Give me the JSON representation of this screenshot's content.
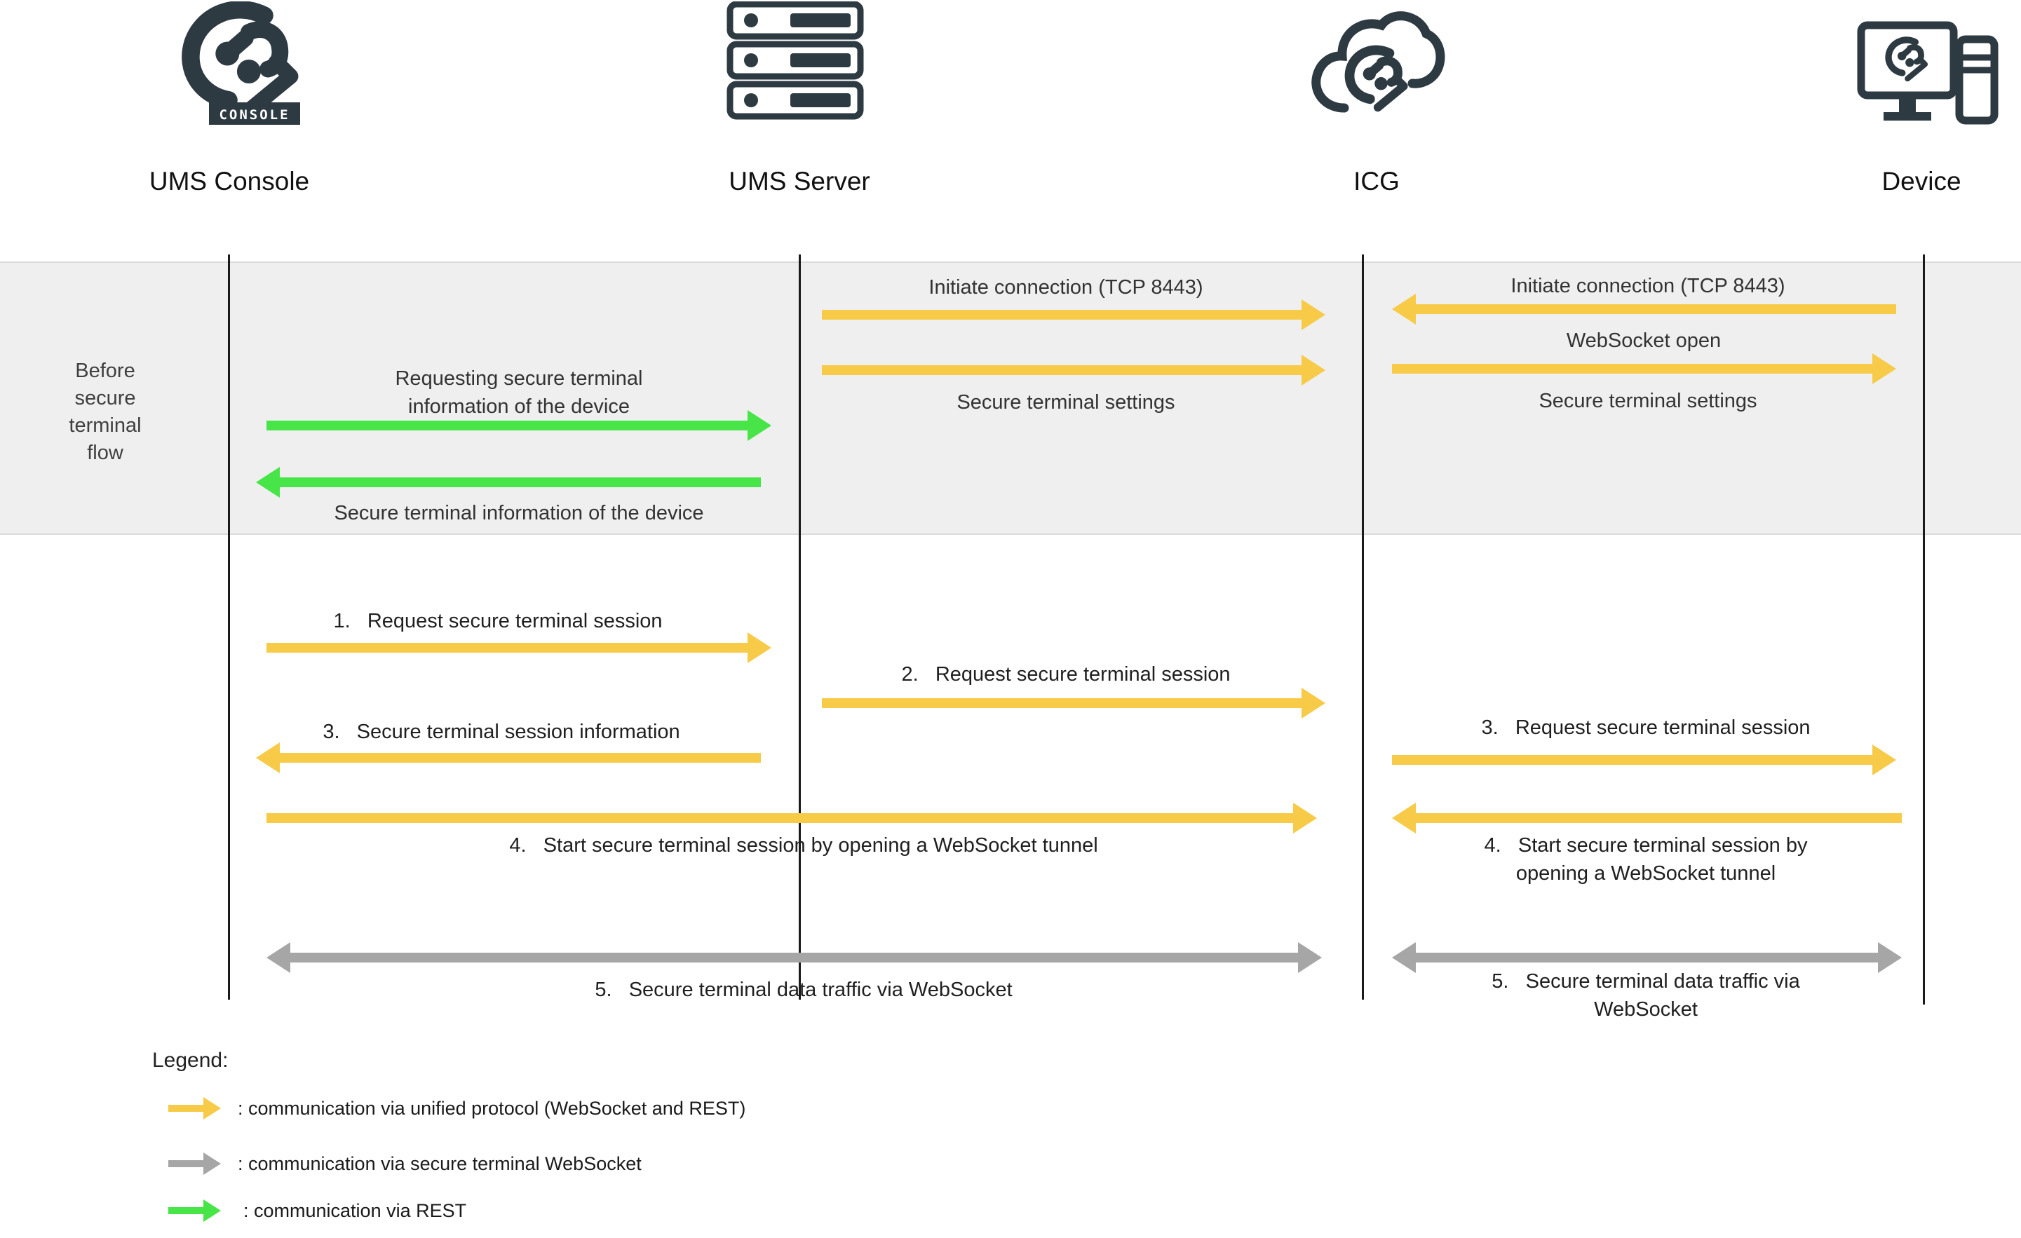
{
  "title": "Secure terminal communication flow",
  "colors": {
    "dark_icon": "#2D3A42",
    "arrow_unified_yellow": "#F7CB47",
    "arrow_rest_green": "#47E547",
    "arrow_secure_terminal_gray": "#A6A6A6",
    "band_background": "#EFEFEF",
    "band_border": "#DBDBDB",
    "lifeline": "#1A1A1A"
  },
  "actors": [
    {
      "label": "UMS Console",
      "icon": "ums-console-logo"
    },
    {
      "label": "UMS Server",
      "icon": "server-stack-icon"
    },
    {
      "label": "ICG",
      "icon": "icg-cloud-icon"
    },
    {
      "label": "Device",
      "icon": "device-icon"
    }
  ],
  "console_badge": "CONSOLE",
  "band": {
    "side_label": "Before\nsecure\nterminal\nflow",
    "messages": [
      {
        "label": "Initiate connection (TCP 8443)",
        "from": "UMS Server",
        "to": "ICG",
        "direction": "right",
        "type": "unified"
      },
      {
        "label": "Secure terminal settings",
        "from": "UMS Server",
        "to": "ICG",
        "direction": "right",
        "type": "unified"
      },
      {
        "label": "Initiate connection (TCP 8443)",
        "from": "Device",
        "to": "ICG",
        "direction": "left",
        "type": "unified"
      },
      {
        "label": "WebSocket open",
        "from": "ICG",
        "to": "Device",
        "direction": "right",
        "type": "unified"
      },
      {
        "label": "Secure terminal settings",
        "from": "ICG",
        "to": "Device",
        "direction": "right",
        "type": "unified"
      },
      {
        "label": "Requesting secure terminal\ninformation of the device",
        "from": "UMS Console",
        "to": "UMS Server",
        "direction": "right",
        "type": "rest"
      },
      {
        "label": "Secure terminal information of the device",
        "from": "UMS Server",
        "to": "UMS Console",
        "direction": "left",
        "type": "rest"
      }
    ]
  },
  "flow": {
    "messages": [
      {
        "label": "1.   Request secure terminal session",
        "from": "UMS Console",
        "to": "UMS Server",
        "direction": "right",
        "type": "unified"
      },
      {
        "label": "2.   Request secure terminal session",
        "from": "UMS Server",
        "to": "ICG",
        "direction": "right",
        "type": "unified"
      },
      {
        "label": "3.   Secure terminal session information",
        "from": "UMS Server",
        "to": "UMS Console",
        "direction": "left",
        "type": "unified"
      },
      {
        "label": "3.   Request secure terminal session",
        "from": "ICG",
        "to": "Device",
        "direction": "right",
        "type": "unified"
      },
      {
        "label": "4.   Start secure terminal session by opening a WebSocket tunnel",
        "from": "UMS Console",
        "to": "ICG",
        "direction": "right",
        "type": "unified"
      },
      {
        "label": "4.   Start secure terminal session by\nopening a WebSocket tunnel",
        "from": "Device",
        "to": "ICG",
        "direction": "left",
        "type": "unified"
      },
      {
        "label": "5.   Secure terminal data traffic via WebSocket",
        "from": "UMS Console",
        "to": "ICG",
        "direction": "both",
        "type": "secure-terminal"
      },
      {
        "label": "5.   Secure terminal data traffic via\nWebSocket",
        "from": "ICG",
        "to": "Device",
        "direction": "both",
        "type": "secure-terminal"
      }
    ]
  },
  "legend": {
    "title": "Legend:",
    "items": [
      {
        "label": ": communication via unified protocol (WebSocket and REST)",
        "type": "unified",
        "color": "#F7CB47"
      },
      {
        "label": ": communication via secure terminal WebSocket",
        "type": "secure-terminal",
        "color": "#A6A6A6"
      },
      {
        "label": ": communication via REST",
        "type": "rest",
        "color": "#47E547"
      }
    ]
  }
}
